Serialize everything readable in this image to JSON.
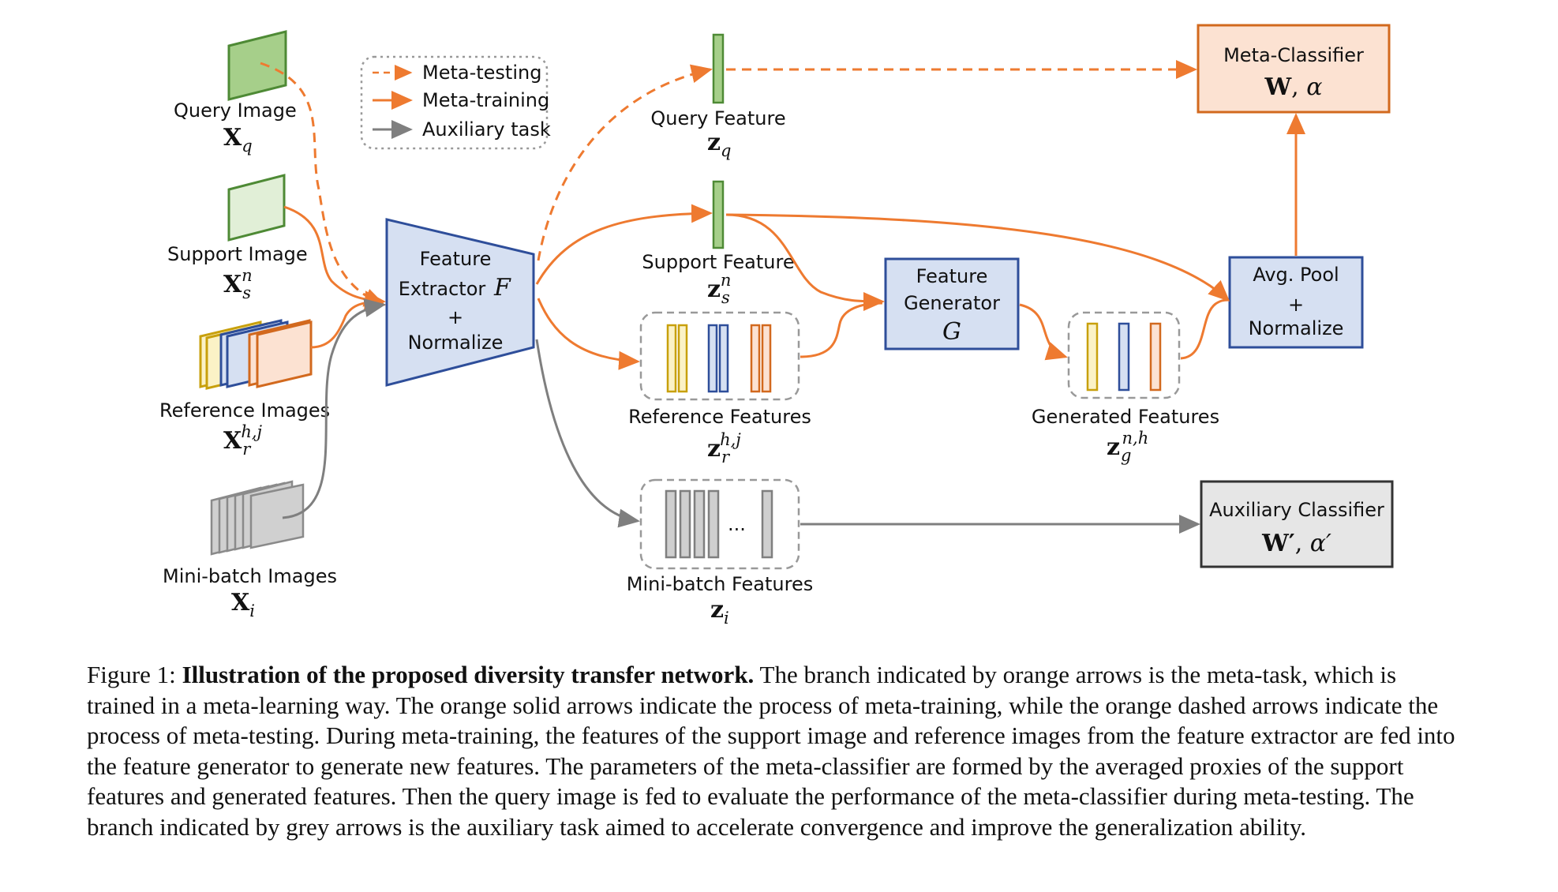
{
  "legend": {
    "meta_testing": "Meta-testing",
    "meta_training": "Meta-training",
    "auxiliary": "Auxiliary task"
  },
  "inputs": {
    "query": {
      "label": "Query Image",
      "sym": "X",
      "sub": "q"
    },
    "support": {
      "label": "Support Image",
      "sym": "X",
      "sub": "s",
      "sup": "n"
    },
    "reference": {
      "label": "Reference Images",
      "sym": "X",
      "sub": "r",
      "sup": "h,j"
    },
    "minibatch": {
      "label": "Mini-batch Images",
      "sym": "X",
      "sub": "i"
    }
  },
  "extractor": {
    "line1": "Feature",
    "line2": "Extractor",
    "var": "F",
    "plus": "+",
    "line3": "Normalize"
  },
  "features": {
    "query": {
      "label": "Query Feature",
      "sym": "z",
      "sub": "q"
    },
    "support": {
      "label": "Support Feature",
      "sym": "z",
      "sub": "s",
      "sup": "n"
    },
    "reference": {
      "label": "Reference Features",
      "sym": "z",
      "sub": "r",
      "sup": "h,j"
    },
    "minibatch": {
      "label": "Mini-batch Features",
      "sym": "z",
      "sub": "i",
      "dots": "..."
    },
    "generated": {
      "label": "Generated Features",
      "sym": "z",
      "sub": "g",
      "sup": "n,h"
    }
  },
  "generator": {
    "line1": "Feature",
    "line2": "Generator",
    "var": "G"
  },
  "avgpool": {
    "line1": "Avg. Pool",
    "plus": "+",
    "line2": "Normalize"
  },
  "meta_classifier": {
    "label": "Meta-Classifier",
    "sym": "W",
    "param": "α"
  },
  "aux_classifier": {
    "label": "Auxiliary Classifier",
    "sym": "W′",
    "param": "α′"
  },
  "caption": {
    "prefix": "Figure 1: ",
    "bold": "Illustration of the proposed diversity transfer network.",
    "body": " The branch indicated by orange arrows is the meta-task, which is trained in a meta-learning way. The orange solid arrows indicate the process of meta-training, while the orange dashed arrows indicate the process of meta-testing. During meta-training, the features of the support image and reference images from the feature extractor are fed into the feature generator to generate new features. The parameters of the meta-classifier are formed by the averaged proxies of the support features and generated features. Then the query image is fed to evaluate the performance of the meta-classifier during meta-testing. The branch indicated by grey arrows is the auxiliary task aimed to accelerate convergence and improve the generalization ability."
  },
  "colors": {
    "orange": "#EE7A30",
    "grey": "#7F7F7F",
    "blue": "#2E4E9A",
    "blue_fill": "#D6E0F2",
    "green": "#4E8A35",
    "green_fill": "#A6CF8A",
    "green_light": "#E1EFD7",
    "yellow": "#C8A00C",
    "yellow_fill": "#FBF2C6",
    "meta_fill": "#FCE2D2",
    "aux_fill": "#E6E6E6"
  }
}
